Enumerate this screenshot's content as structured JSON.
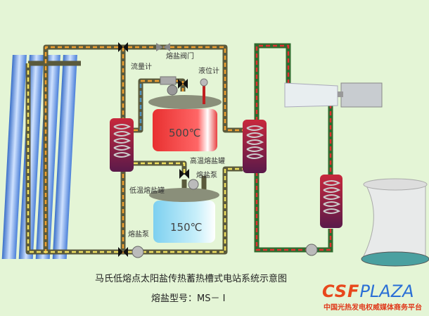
{
  "labels": {
    "valve": "熔盐阀门",
    "flow_meter": "流量计",
    "level_meter": "液位计",
    "hot_tank": "高温熔盐罐",
    "cold_tank": "低温熔盐罐",
    "pump_top": "熔盐泵",
    "pump_bottom": "熔盐泵",
    "hot_temp": "500℃",
    "cold_temp": "150℃"
  },
  "title": "马氏低熔点太阳盐传热蓄热槽式电站系统示意图",
  "subtitle": "熔盐型号：MS－ I",
  "logo": {
    "part1": "CSF",
    "part2": "PLAZA",
    "tagline": "中国光热发电权威媒体商务平台"
  },
  "colors": {
    "background": "#e4f5d6",
    "pipe": "#5a5a3c",
    "hot_salt": "#f04040",
    "cold_salt": "#8fd8f2",
    "steam_pipe": "#2f6b2f",
    "accent_logo": "#e8481c"
  }
}
